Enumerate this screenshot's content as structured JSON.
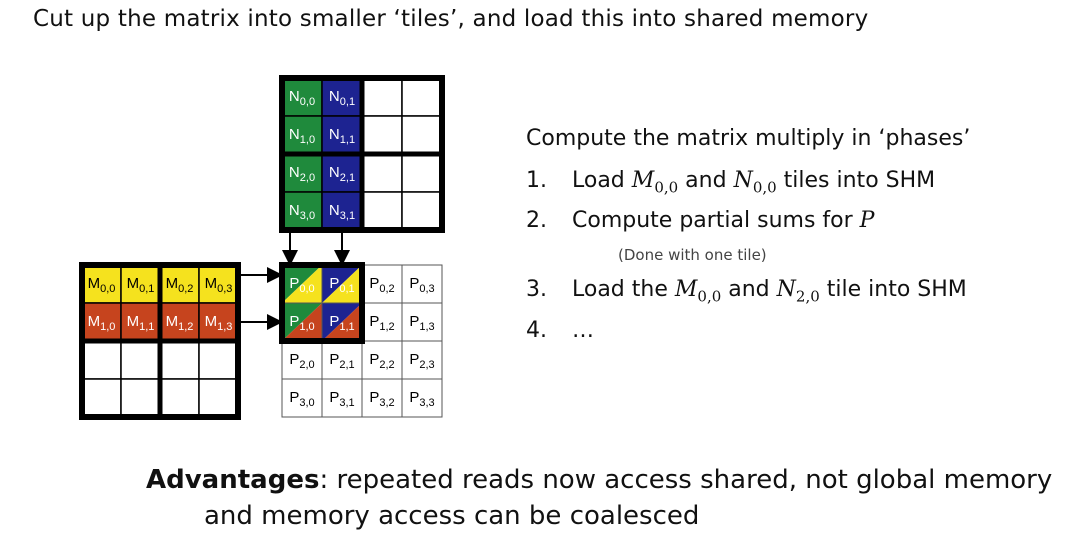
{
  "title": "Cut up the matrix into smaller ‘tiles’, and load this into shared memory",
  "steps": {
    "heading": "Compute the matrix multiply in ‘phases’",
    "items": [
      {
        "num": "1.",
        "pre": "Load ",
        "m": "M",
        "m_sub": "0,0",
        "mid": " and ",
        "n": "N",
        "n_sub": "0,0",
        "post": " tiles into SHM"
      },
      {
        "num": "2.",
        "pre": "Compute partial sums for ",
        "p": "P",
        "note": "(Done with one tile)"
      },
      {
        "num": "3.",
        "pre": "Load the ",
        "m": "M",
        "m_sub": "0,0",
        "mid": " and  ",
        "n": "N",
        "n_sub": "2,0",
        "post": " tile into SHM"
      },
      {
        "num": "4.",
        "text": "…"
      }
    ]
  },
  "advantages": {
    "bold": "Advantages",
    "line1": ": repeated reads now access shared, not global memory",
    "line2": "and memory access can be coalesced"
  },
  "diagram": {
    "colors": {
      "green": "#1f8a3c",
      "blue": "#1d2391",
      "yellow": "#f5e21e",
      "red": "#c6441e",
      "border": "#000000"
    },
    "N_labels": [
      [
        "N",
        "0,0"
      ],
      [
        "N",
        "0,1"
      ],
      [
        "N",
        "1,0"
      ],
      [
        "N",
        "1,1"
      ],
      [
        "N",
        "2,0"
      ],
      [
        "N",
        "2,1"
      ],
      [
        "N",
        "3,0"
      ],
      [
        "N",
        "3,1"
      ]
    ],
    "M_labels": [
      [
        "M",
        "0,0"
      ],
      [
        "M",
        "0,1"
      ],
      [
        "M",
        "0,2"
      ],
      [
        "M",
        "0,3"
      ],
      [
        "M",
        "1,0"
      ],
      [
        "M",
        "1,1"
      ],
      [
        "M",
        "1,2"
      ],
      [
        "M",
        "1,3"
      ]
    ],
    "P_labels": [
      [
        "P",
        "0,0"
      ],
      [
        "P",
        "0,1"
      ],
      [
        "P",
        "0,2"
      ],
      [
        "P",
        "0,3"
      ],
      [
        "P",
        "1,0"
      ],
      [
        "P",
        "1,1"
      ],
      [
        "P",
        "1,2"
      ],
      [
        "P",
        "1,3"
      ],
      [
        "P",
        "2,0"
      ],
      [
        "P",
        "2,1"
      ],
      [
        "P",
        "2,2"
      ],
      [
        "P",
        "2,3"
      ],
      [
        "P",
        "3,0"
      ],
      [
        "P",
        "3,1"
      ],
      [
        "P",
        "3,2"
      ],
      [
        "P",
        "3,3"
      ]
    ]
  }
}
